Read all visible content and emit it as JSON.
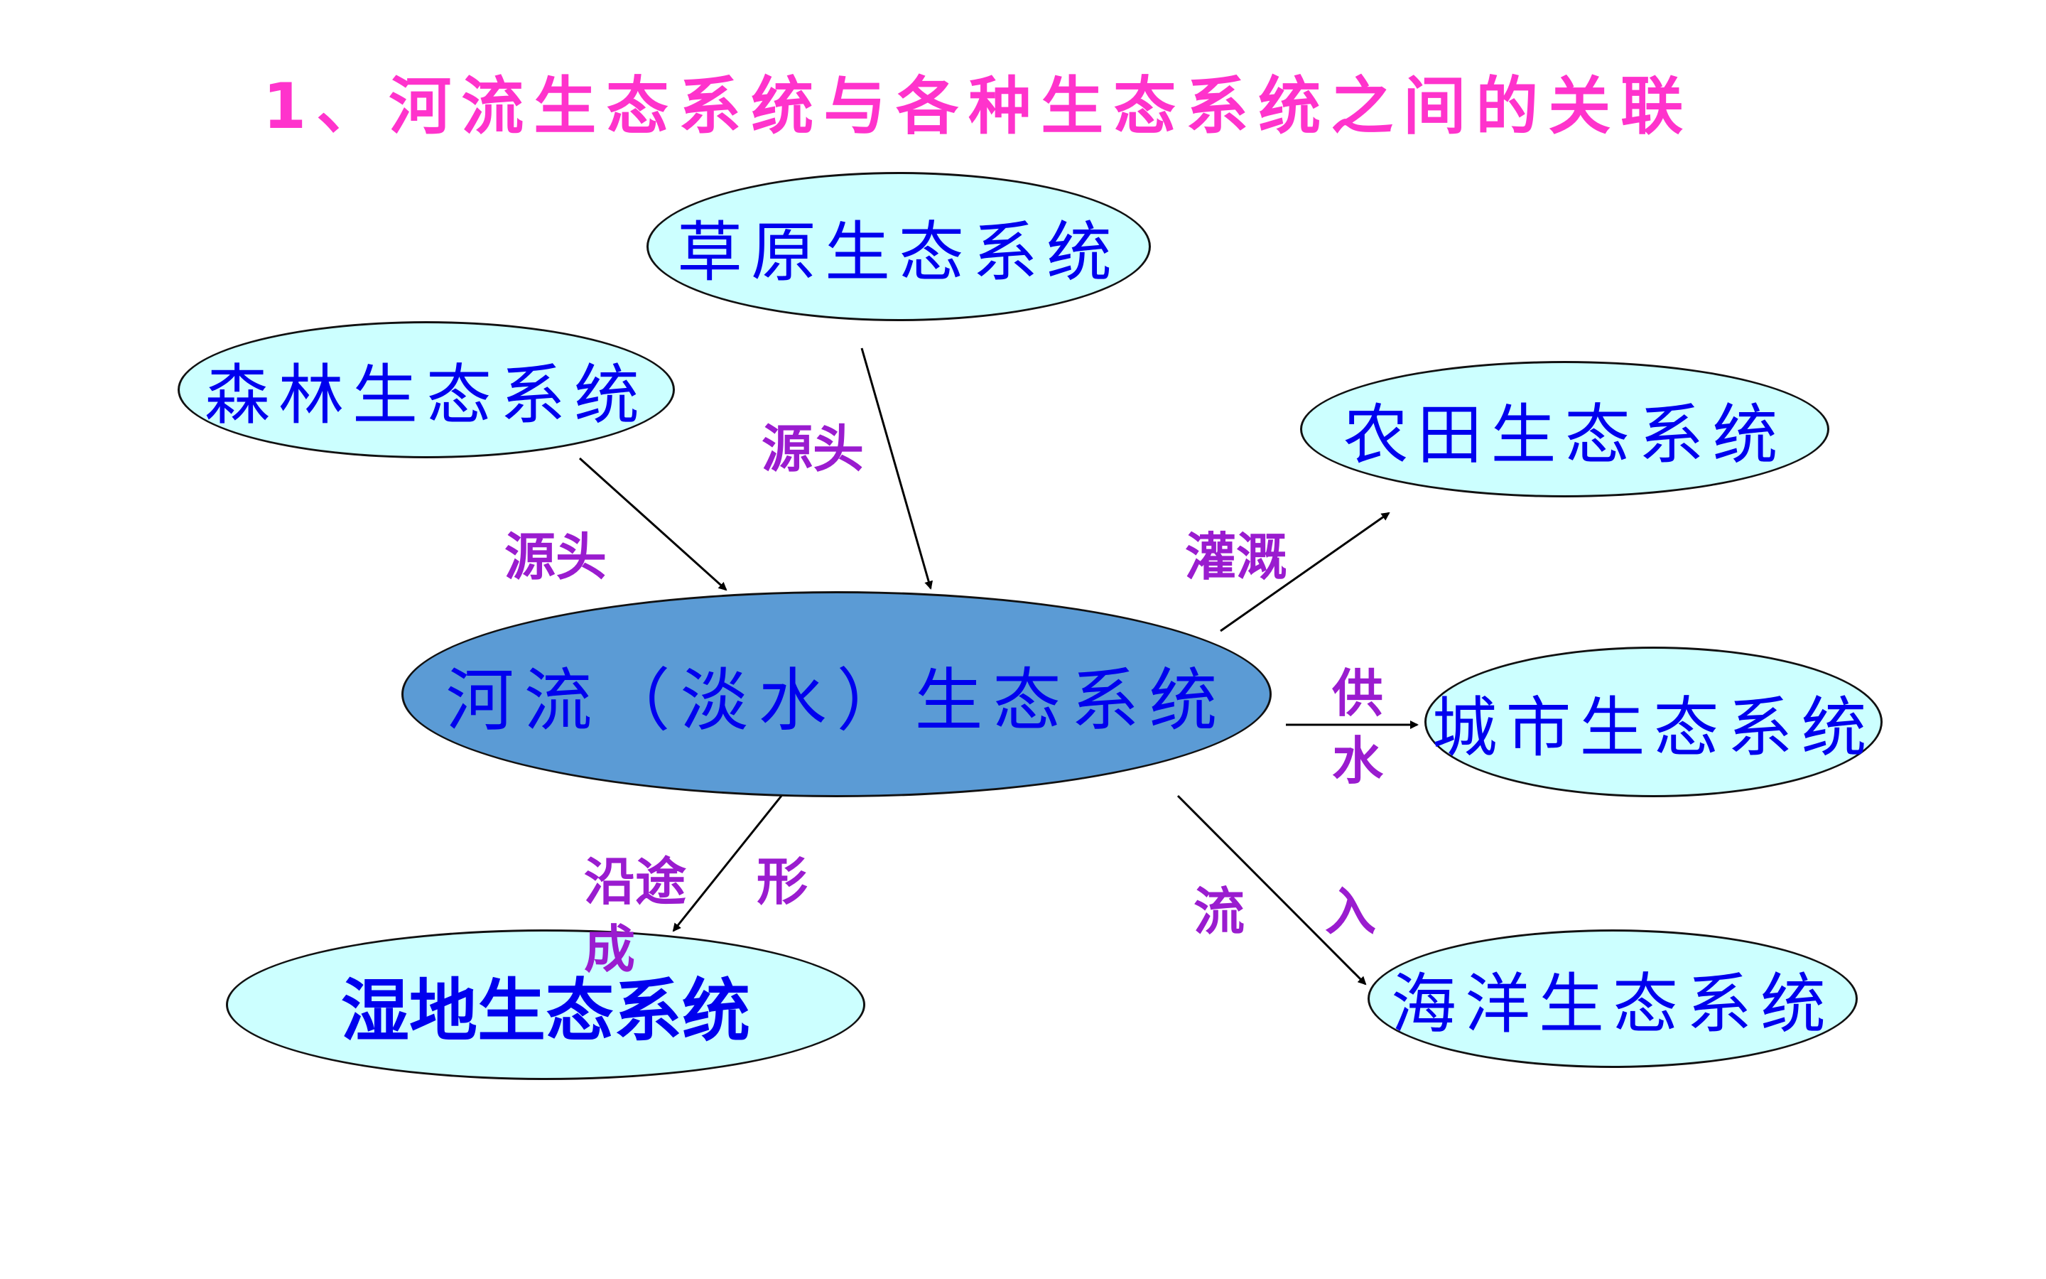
{
  "title": "1、河流生态系统与各种生态系统之间的关联",
  "nodes": {
    "grassland": "草原生态系统",
    "forest": "森林生态系统",
    "farmland": "农田生态系统",
    "river": "河流（淡水）生态系统",
    "city": "城市生态系统",
    "wetland": "湿地生态系统",
    "ocean": "海洋生态系统"
  },
  "labels": {
    "grassland_source": "源头",
    "forest_source": "源头",
    "irrigation": "灌溉",
    "water_supply_1": "供",
    "water_supply_2": "水",
    "along_1": "沿途",
    "along_2": "形",
    "along_3": "成",
    "flow_1": "流",
    "flow_2": "入"
  },
  "colors": {
    "title": "#ff33cc",
    "node_fill": "#ccffff",
    "center_fill": "#5b9bd5",
    "node_text": "#0000ee",
    "label_text": "#9a1ccf"
  }
}
